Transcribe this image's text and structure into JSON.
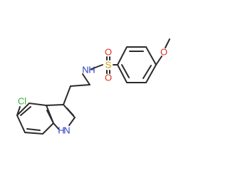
{
  "molecule": {
    "atoms": {
      "nitrogen_amide": "N",
      "hydrogen_amide": "H",
      "sulfur": "S",
      "oxygen_sulfonyl_top": "O",
      "oxygen_sulfonyl_bottom": "O",
      "oxygen_methoxy": "O",
      "chlorine": "Cl",
      "nitrogen_indole": "N",
      "hydrogen_indole": "H"
    },
    "colors": {
      "bond": "#2b2b2b",
      "nitrogen": "#2a3fbf",
      "sulfur": "#c9a400",
      "oxygen": "#e0301e",
      "chlorine": "#33b233"
    }
  }
}
